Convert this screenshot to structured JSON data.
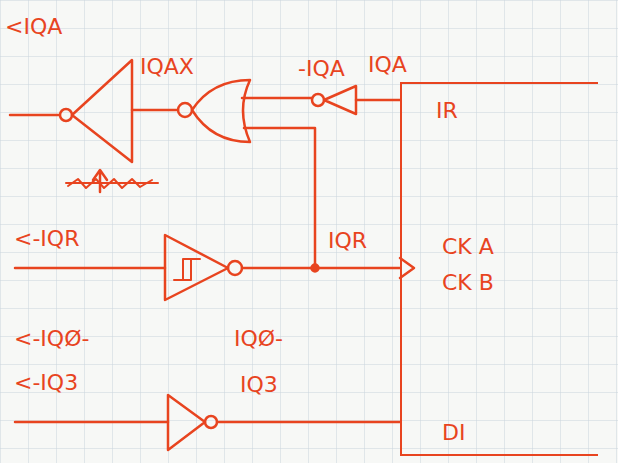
{
  "diagram": {
    "nodes": [
      {
        "text": [
          "IR",
          "CK A",
          "CK B",
          "DI"
        ]
      }
    ],
    "labels": [
      "<IQA",
      "IQAX",
      "-IQA",
      "IQA",
      "<-IQR",
      "IQR",
      "<-IQØ-",
      "IQØ-",
      "<-IQ3",
      "IQ3"
    ]
  }
}
